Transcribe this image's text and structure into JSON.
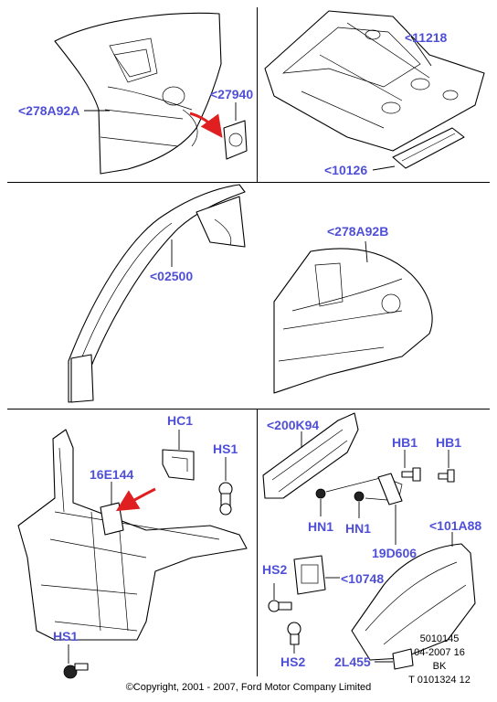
{
  "callouts": {
    "p278a92a": "<278A92A",
    "p27940": "<27940",
    "p11218": "<11218",
    "p10126": "<10126",
    "p02500": "<02500",
    "p278a92b": "<278A92B",
    "hc1": "HC1",
    "hs1_top": "HS1",
    "p16e144": "16E144",
    "hs1_bottom": "HS1",
    "p200k94": "<200K94",
    "hb1_left": "HB1",
    "hb1_right": "HB1",
    "hn1_left": "HN1",
    "hn1_right": "HN1",
    "p19d606": "19D606",
    "p101a88": "<101A88",
    "hs2_top": "HS2",
    "p10748": "<10748",
    "hs2_bottom": "HS2",
    "p2l455": "2L455"
  },
  "footer": {
    "line1": "5010145",
    "line2": "04-2007 16",
    "line3": "BK",
    "line4": "T 0101324 12",
    "copyright": "©Copyright, 2001 - 2007, Ford Motor Company Limited"
  },
  "colors": {
    "callout_text": "#4f4fd8",
    "arrow": "#e02020",
    "lines": "#000000"
  }
}
